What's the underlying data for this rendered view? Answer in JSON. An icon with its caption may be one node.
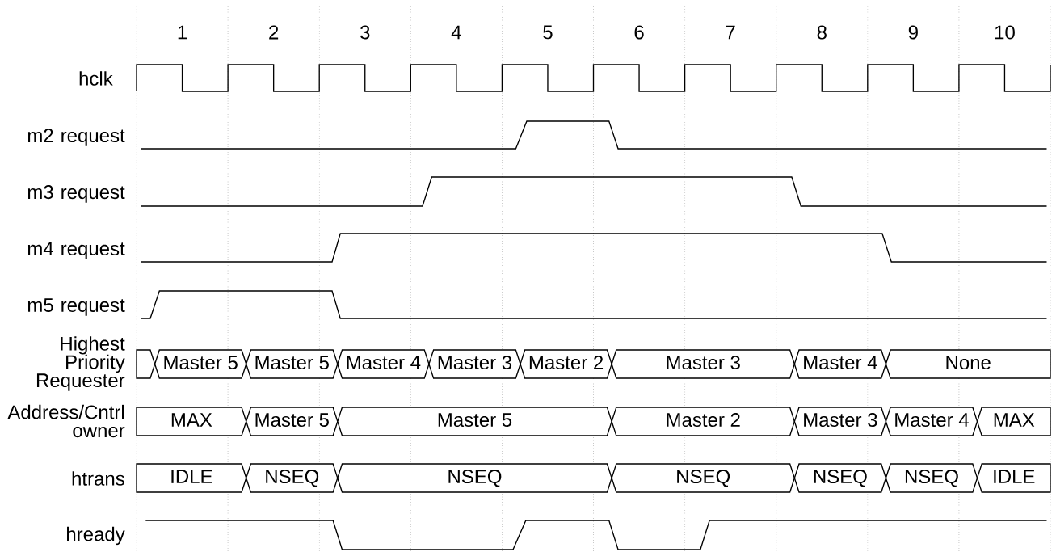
{
  "diagram": {
    "nodes": [
      {
        "text": [],
        "shape": "box"
      },
      {
        "text": [
          "Master 5"
        ]
      },
      {
        "text": [
          "Master 5"
        ]
      },
      {
        "text": [
          "Master 4"
        ]
      },
      {
        "text": [
          "Master 3"
        ]
      },
      {
        "text": [
          "Master 2"
        ]
      },
      {
        "text": [
          "Master 3"
        ]
      },
      {
        "text": [
          "Master 4"
        ]
      },
      {
        "text": [
          "None"
        ]
      },
      {
        "text": [
          "MAX"
        ]
      },
      {
        "text": [
          "Master 5"
        ]
      },
      {
        "text": [
          "Master 5"
        ]
      },
      {
        "text": [
          "Master 2"
        ]
      },
      {
        "text": [
          "Master 3"
        ]
      },
      {
        "text": [
          "Master 4"
        ]
      },
      {
        "text": [
          "MAX"
        ]
      },
      {
        "text": [
          "IDLE"
        ]
      },
      {
        "text": [
          "NSEQ"
        ]
      },
      {
        "text": [
          "NSEQ"
        ]
      },
      {
        "text": [
          "NSEQ"
        ]
      },
      {
        "text": [
          "NSEQ"
        ]
      },
      {
        "text": [
          "NSEQ"
        ]
      },
      {
        "text": [
          "IDLE"
        ]
      }
    ],
    "edges": [],
    "labels": [
      "1",
      "2",
      "3",
      "4",
      "5",
      "6",
      "7",
      "8",
      "9",
      "10",
      "hclk",
      "m2 request",
      "m3 request",
      "m4 request",
      "m5 request",
      "Highest Priority Requester",
      "Address/Cntrl owner",
      "htrans",
      "hready"
    ]
  }
}
